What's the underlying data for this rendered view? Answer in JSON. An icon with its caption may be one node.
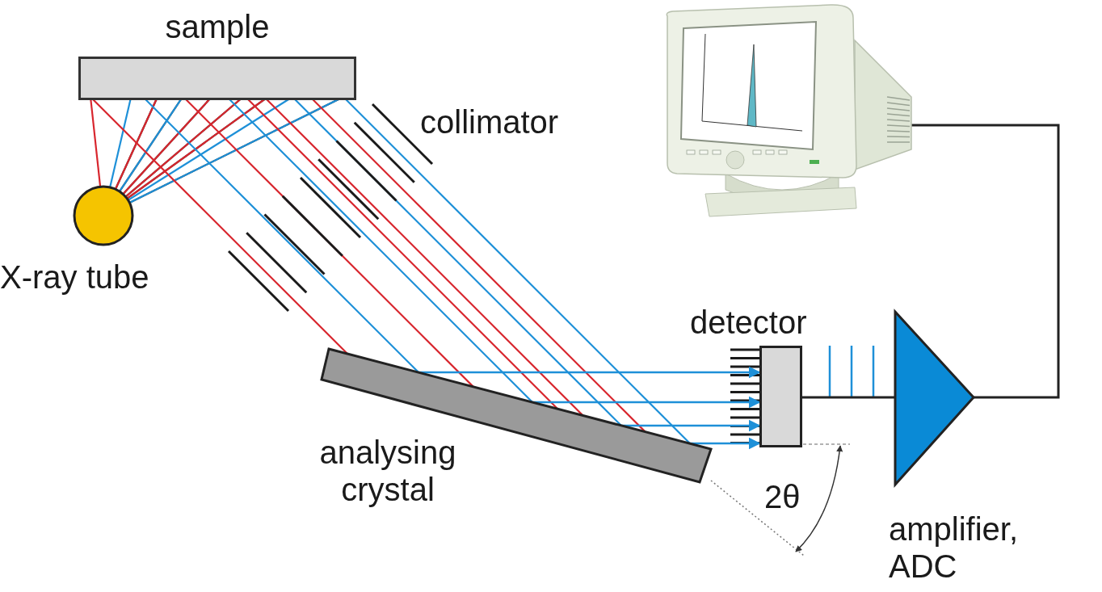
{
  "diagram": {
    "nodes": [
      {
        "text": [
          "sample"
        ]
      },
      {
        "text": [
          "X-ray tube"
        ]
      },
      {
        "text": [
          "analysing crystal"
        ]
      },
      {
        "text": [
          "detector"
        ]
      },
      {
        "text": [
          "amplifier, ADC"
        ]
      },
      {
        "text": [],
        "shape": "picture"
      }
    ],
    "edges": [
      {
        "from": 2,
        "to": 3,
        "arrow": "to"
      },
      {
        "from": 2,
        "to": 3,
        "arrow": "to"
      },
      {
        "from": 2,
        "to": 3,
        "arrow": "to"
      },
      {
        "from": 2,
        "to": 3,
        "arrow": "to"
      },
      {
        "from": 3,
        "to": 4,
        "arrow": "none",
        "color": "#222222"
      },
      {
        "from": 4,
        "to": 5,
        "arrow": "none",
        "color": "#222222"
      }
    ],
    "labels": [
      "collimator",
      "2θ"
    ]
  }
}
